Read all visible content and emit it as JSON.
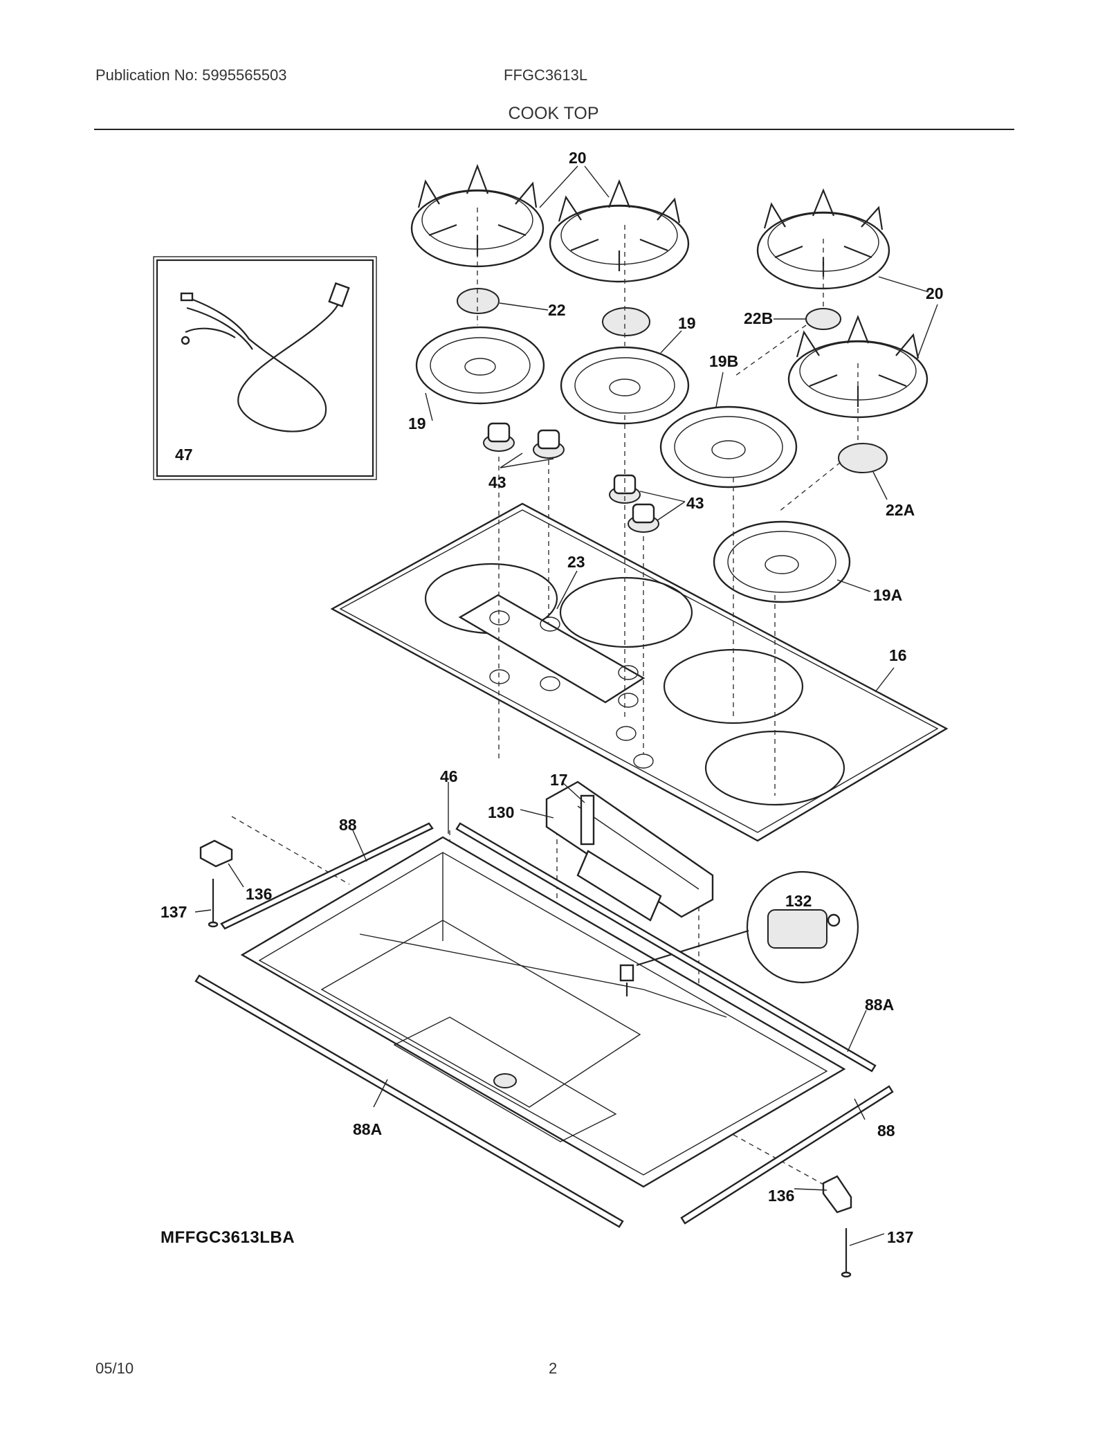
{
  "header": {
    "publication_label": "Publication No: 5995565503",
    "model_number": "FFGC3613L",
    "section_title": "COOK TOP"
  },
  "callouts": {
    "grate": "20",
    "cap": "22",
    "cap_b": "22B",
    "cap_a": "22A",
    "head": "19",
    "head_b": "19B",
    "head_a": "19A",
    "knob": "43",
    "seal": "23",
    "cooktop": "16",
    "harness": "47",
    "bracket": "17",
    "switch": "130",
    "ignitor": "132",
    "burner_box": "46",
    "trim_strip": "88",
    "trim_strip_a": "88A",
    "clip": "136",
    "screw": "137"
  },
  "diagram_id": "MFFGC3613LBA",
  "footer": {
    "date": "05/10",
    "page_number": "2"
  }
}
